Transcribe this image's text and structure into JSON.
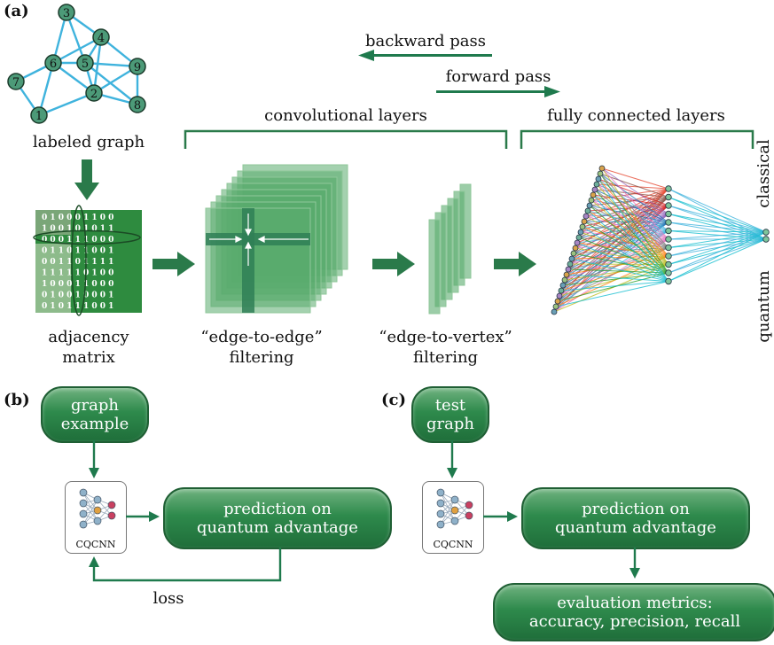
{
  "panels": {
    "a": "(a)",
    "b": "(b)",
    "c": "(c)"
  },
  "graph": {
    "node_labels": [
      "1",
      "2",
      "3",
      "4",
      "5",
      "6",
      "7",
      "8",
      "9"
    ],
    "caption": "labeled graph"
  },
  "matrix": {
    "rows": [
      "0 1 0 0 0 1 1 0 0",
      "1 0 0 1 0 1 0 1 1",
      "0 0 0 1 1 1 0 0 0",
      "0 1 1 0 1 1 0 0 1",
      "0 0 1 1 0 1 1 1 1",
      "1 1 1 1 1 0 1 0 0",
      "1 0 0 0 1 1 0 0 0",
      "0 1 0 0 1 0 0 0 1",
      "0 1 0 1 1 1 0 0 1"
    ],
    "caption_line1": "adjacency",
    "caption_line2": "matrix"
  },
  "passes": {
    "backward": "backward pass",
    "forward": "forward pass"
  },
  "sections": {
    "conv": "convolutional layers",
    "fc": "fully connected layers"
  },
  "filters": {
    "e2e_line1": "“edge-to-edge”",
    "e2e_line2": "filtering",
    "e2v_line1": "“edge-to-vertex”",
    "e2v_line2": "filtering"
  },
  "outputs": {
    "classical": "classical",
    "quantum": "quantum"
  },
  "panel_b": {
    "input_line1": "graph",
    "input_line2": "example",
    "model": "CQCNN",
    "pred_line1": "prediction on",
    "pred_line2": "quantum advantage",
    "loss": "loss"
  },
  "panel_c": {
    "input_line1": "test",
    "input_line2": "graph",
    "model": "CQCNN",
    "pred_line1": "prediction on",
    "pred_line2": "quantum advantage",
    "eval_line1": "evaluation metrics:",
    "eval_line2": "accuracy, precision, recall"
  },
  "colors": {
    "edge": "#3fb3dd",
    "node": "#4c9a78",
    "dark_green": "#1f7a4d",
    "matrix_green": "#2e8b3f"
  }
}
